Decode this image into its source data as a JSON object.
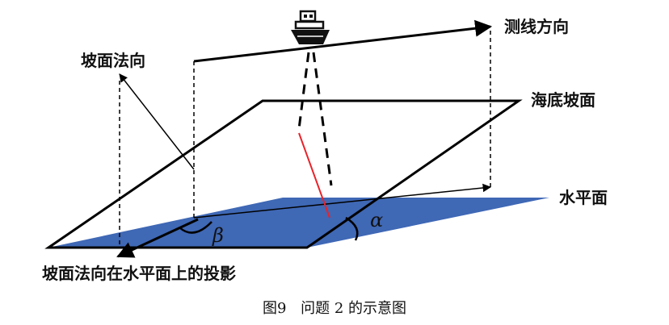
{
  "labels": {
    "survey_direction": "测线方向",
    "slope_normal": "坡面法向",
    "seabed_slope": "海底坡面",
    "horizontal_plane": "水平面",
    "projection": "坡面法向在水平面上的投影",
    "alpha": "α",
    "beta": "β"
  },
  "caption": {
    "figure_no": "图9",
    "text": "问题 2 的示意图"
  },
  "colors": {
    "horizontal_plane": "#3f68b5",
    "beam": "#e8232a",
    "line": "#000000"
  }
}
